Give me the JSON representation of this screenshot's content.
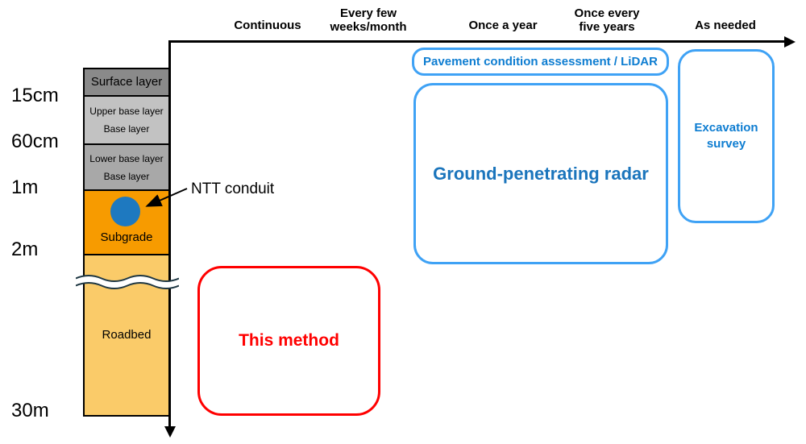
{
  "top_axis": {
    "labels": [
      {
        "text": "Continuous"
      },
      {
        "text": "Every few\nweeks/month"
      },
      {
        "text": "Once a year"
      },
      {
        "text": "Once every\nfive years"
      },
      {
        "text": "As needed"
      }
    ]
  },
  "depth_axis": {
    "ticks": [
      {
        "label": "15cm"
      },
      {
        "label": "60cm"
      },
      {
        "label": "1m"
      },
      {
        "label": "2m"
      },
      {
        "label": "30m"
      }
    ]
  },
  "ground_column": {
    "layers": [
      {
        "name": "surface",
        "label": "Surface layer",
        "color": "#8A8A8A"
      },
      {
        "name": "upper-base",
        "label": "Upper base layer\nBase layer",
        "color": "#C2C2C2"
      },
      {
        "name": "lower-base",
        "label": "Lower base layer\nBase layer",
        "color": "#A8A8A8"
      },
      {
        "name": "subgrade",
        "label": "Subgrade",
        "color": "#F79B00"
      },
      {
        "name": "roadbed",
        "label": "Roadbed",
        "color": "#FACB69"
      }
    ],
    "conduit": {
      "label": "NTT conduit",
      "color": "#1E79C0"
    }
  },
  "methods": [
    {
      "label": "Pavement condition assessment / LiDAR",
      "accent": "#3FA2F5"
    },
    {
      "label": "Ground-penetrating radar",
      "accent": "#3FA2F5"
    },
    {
      "label": "Excavation\nsurvey",
      "accent": "#3FA2F5"
    },
    {
      "label": "This method",
      "accent": "#FF0000"
    }
  ],
  "colors": {
    "blue_box_border": "#3FA2F5",
    "blue_box_text": "#0E7DD1",
    "gpr_text": "#1B75BC",
    "highlight_red": "#FF0000",
    "axis_black": "#000000"
  }
}
